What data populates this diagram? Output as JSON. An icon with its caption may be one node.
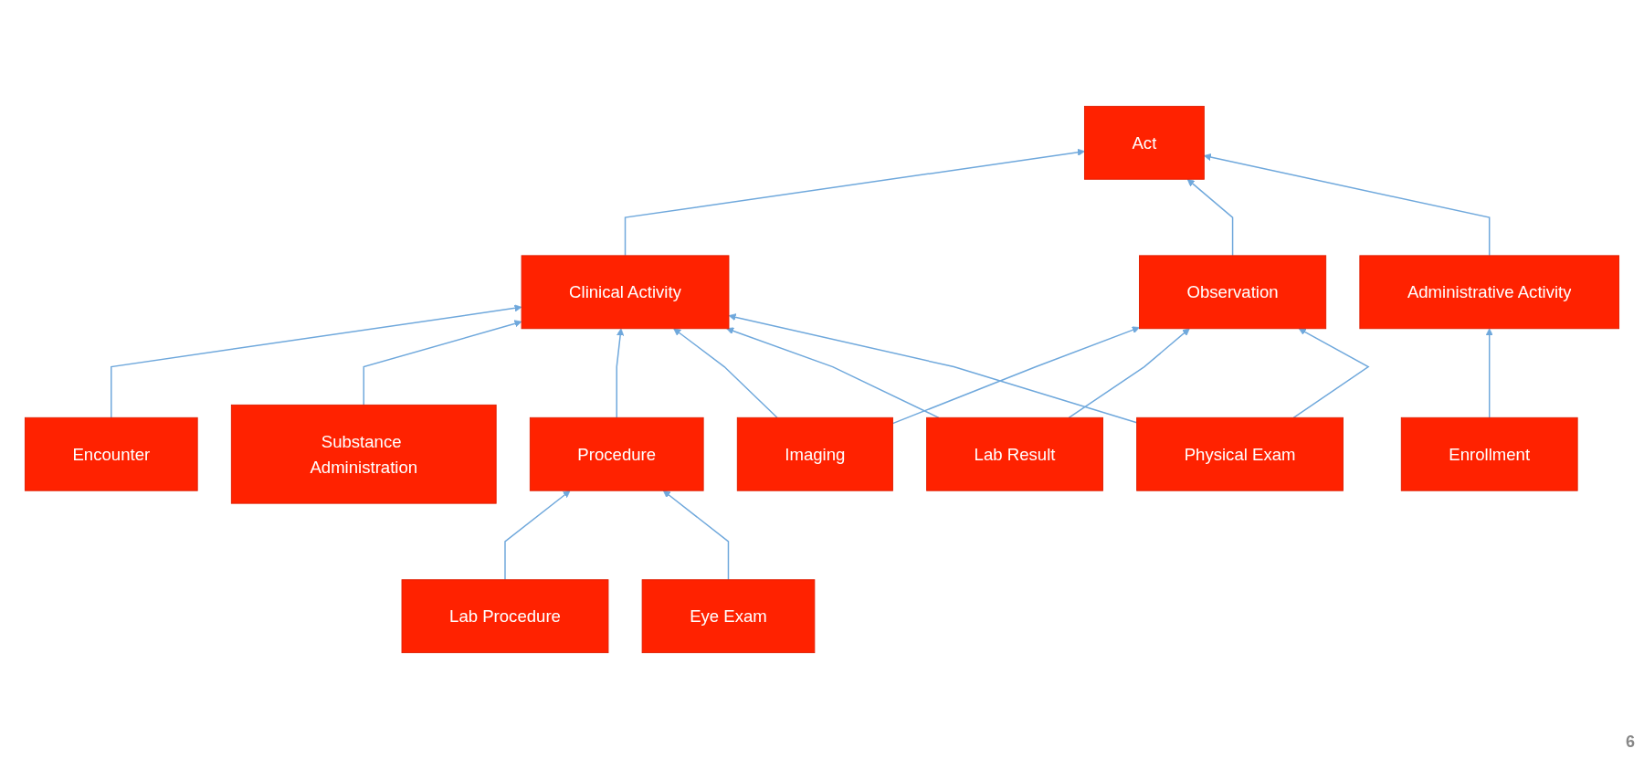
{
  "diagram": {
    "nodes": [
      {
        "text": [
          "Act"
        ]
      },
      {
        "text": [
          "Clinical Activity"
        ]
      },
      {
        "text": [
          "Observation"
        ]
      },
      {
        "text": [
          "Administrative Activity"
        ]
      },
      {
        "text": [
          "Encounter"
        ]
      },
      {
        "text": [
          "Substance Administration"
        ]
      },
      {
        "text": [
          "Procedure"
        ]
      },
      {
        "text": [
          "Imaging"
        ]
      },
      {
        "text": [
          "Lab Result"
        ]
      },
      {
        "text": [
          "Physical Exam"
        ]
      },
      {
        "text": [
          "Lab Procedure"
        ]
      },
      {
        "text": [
          "Eye Exam"
        ]
      },
      {
        "text": [
          "Enrollment"
        ]
      }
    ],
    "edges": [
      {
        "from": 1,
        "to": 0,
        "arrow": "to"
      },
      {
        "from": 2,
        "to": 0,
        "arrow": "to"
      },
      {
        "from": 3,
        "to": 0,
        "arrow": "to"
      },
      {
        "from": 4,
        "to": 1,
        "arrow": "to"
      },
      {
        "from": 5,
        "to": 1,
        "arrow": "to"
      },
      {
        "from": 6,
        "to": 1,
        "arrow": "to"
      },
      {
        "from": 7,
        "to": 2,
        "arrow": "to"
      },
      {
        "from": 7,
        "to": 1,
        "arrow": "to"
      },
      {
        "from": 8,
        "to": 1,
        "arrow": "to"
      },
      {
        "from": 8,
        "to": 2,
        "arrow": "to"
      },
      {
        "from": 9,
        "to": 1,
        "arrow": "to"
      },
      {
        "from": 9,
        "to": 2,
        "arrow": "to"
      },
      {
        "from": 10,
        "to": 6,
        "arrow": "to"
      },
      {
        "from": 11,
        "to": 6,
        "arrow": "to"
      },
      {
        "from": 12,
        "to": 3,
        "arrow": "to"
      }
    ],
    "labels": [
      "6"
    ]
  }
}
